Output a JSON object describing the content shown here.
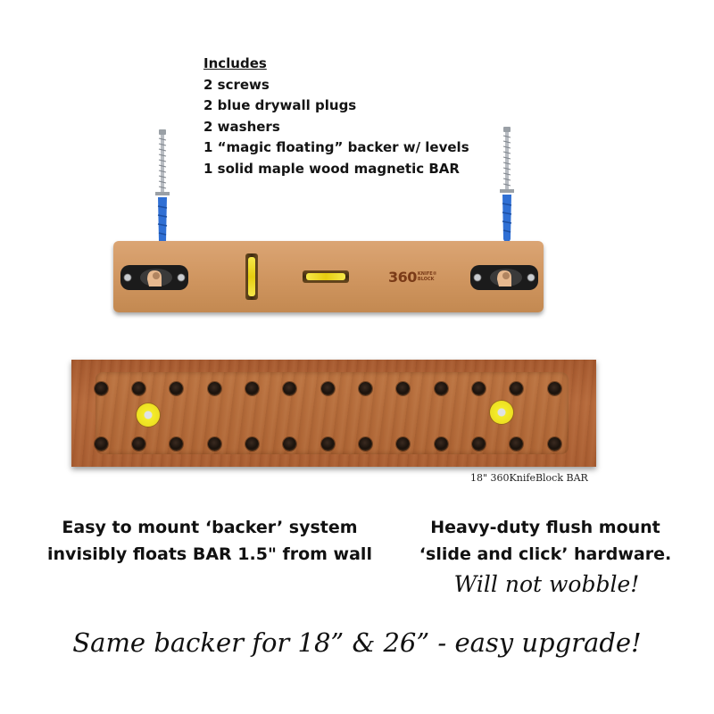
{
  "includes": {
    "title": "Includes",
    "items": [
      "2 screws",
      "2 blue drywall plugs",
      "2 washers",
      "1 “magic floating” backer w/ levels",
      "1 solid maple wood magnetic BAR"
    ]
  },
  "logo": {
    "number": "360",
    "line1": "KNIFE®",
    "line2": "BLOCK"
  },
  "bar": {
    "caption": "18\" 360KnifeBlock BAR",
    "holes_per_row": 13,
    "rows": 2
  },
  "features": {
    "left": {
      "line1": "Easy to mount ‘backer’ system",
      "line2": "invisibly floats BAR 1.5\" from wall"
    },
    "right": {
      "line1": "Heavy-duty flush mount",
      "line2": "‘slide and click’ hardware.",
      "script": "Will not wobble!"
    }
  },
  "tagline": "Same backer for 18” & 26” - easy upgrade!",
  "colors": {
    "plug_blue": "#2f6fd4",
    "screw_metal": "#b8bcc2",
    "backer_wood": "#d49a64",
    "bar_wood": "#a9602f",
    "level_vial": "#ecd320",
    "mount_yellow": "#f0e324",
    "logo_brown": "#7a3b18"
  }
}
